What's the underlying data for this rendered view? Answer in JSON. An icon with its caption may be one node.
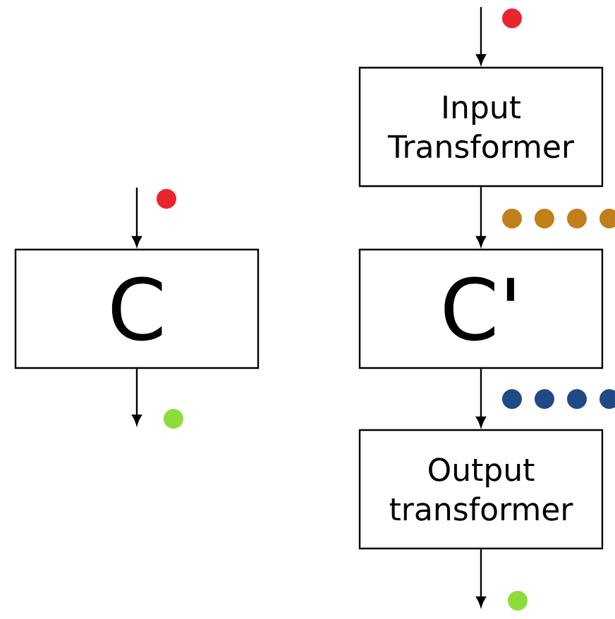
{
  "diagram": {
    "nodes": [
      {
        "text": [
          "C"
        ]
      },
      {
        "text": [
          "Input Transformer"
        ]
      },
      {
        "text": [
          "C'"
        ]
      },
      {
        "text": [
          "Output transformer"
        ]
      }
    ],
    "edges": [
      {
        "from": null,
        "to": 0,
        "arrow": "to"
      },
      {
        "from": 0,
        "to": null,
        "arrow": "to"
      },
      {
        "from": null,
        "to": 1,
        "arrow": "to"
      },
      {
        "from": 1,
        "to": 2,
        "arrow": "to"
      },
      {
        "from": 2,
        "to": 3,
        "arrow": "to"
      },
      {
        "from": 3,
        "to": null,
        "arrow": "to"
      }
    ]
  }
}
